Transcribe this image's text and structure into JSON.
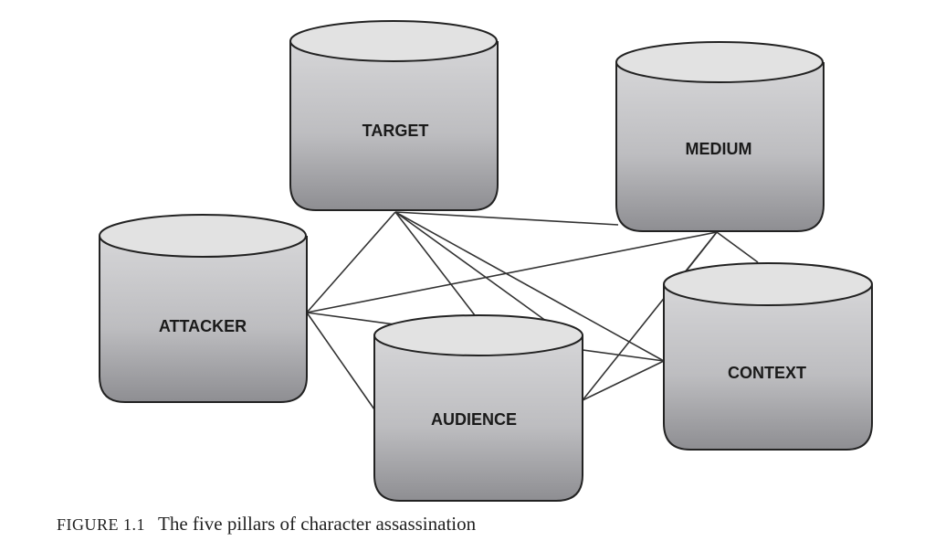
{
  "nodes": {
    "target": "TARGET",
    "medium": "MEDIUM",
    "attacker": "ATTACKER",
    "audience": "AUDIENCE",
    "context": "CONTEXT"
  },
  "caption": {
    "label": "FIGURE 1.1",
    "text": "The five pillars of character assassination"
  },
  "colors": {
    "cylinder_top": "#e2e2e2",
    "cylinder_body_light": "#d4d4d6",
    "cylinder_body_dark": "#8c8c90",
    "outline": "#222222"
  }
}
